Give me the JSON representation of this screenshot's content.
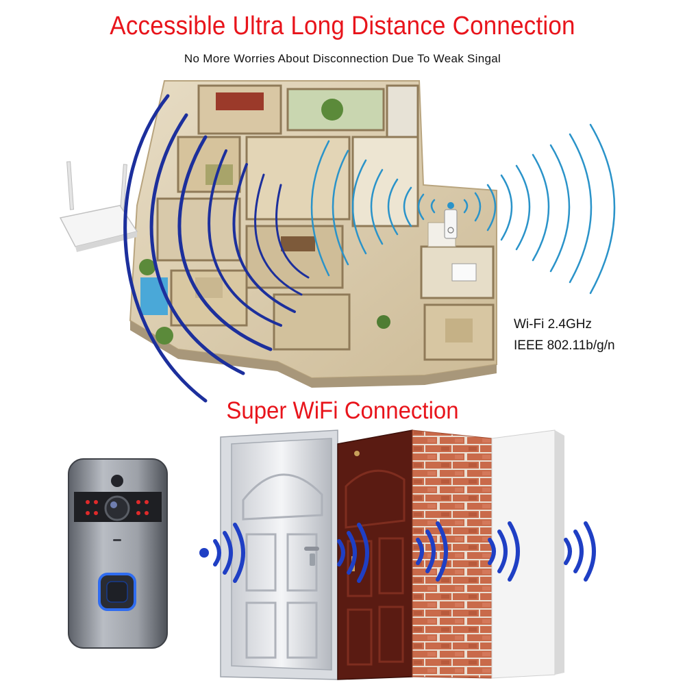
{
  "header": {
    "title": "Accessible Ultra Long Distance Connection",
    "subtitle": "No More Worries About Disconnection Due To Weak Singal"
  },
  "specs": {
    "wifi": "Wi-Fi 2.4GHz",
    "standard": "IEEE 802.11b/g/n"
  },
  "section": {
    "heading": "Super WiFi Connection"
  },
  "colors": {
    "headline_red": "#e8141b",
    "router_wave_blue": "#1c2f9c",
    "doorbell_wave_blue": "#2a93c9",
    "barrier_wave_blue": "#1f3fc4",
    "doorbell_ring_blue": "#2f6cf0"
  }
}
